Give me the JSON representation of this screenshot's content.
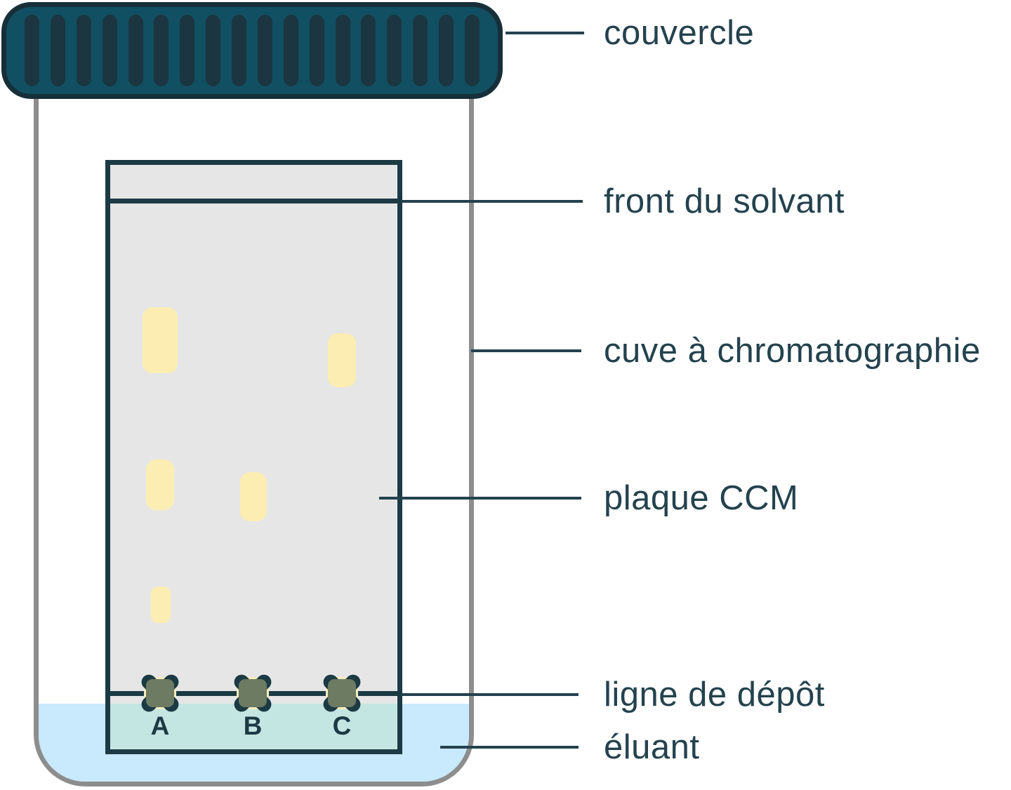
{
  "figure": {
    "type": "diagram",
    "subject": "montage de chromatographie sur couche mince (CCM)",
    "labels": {
      "couvercle": "couvercle",
      "front_du_solvant": "front du solvant",
      "cuve": "cuve à chromatographie",
      "plaque": "plaque CCM",
      "ligne_de_depot": "ligne de dépôt",
      "eluant": "éluant"
    },
    "lanes": [
      {
        "letter": "A",
        "spots_count": 3
      },
      {
        "letter": "B",
        "spots_count": 1
      },
      {
        "letter": "C",
        "spots_count": 1
      }
    ],
    "colors": {
      "ink": "#1b3a44",
      "label": "#24424e",
      "lid-fill": "#115062",
      "lid-slat": "#1b3641",
      "lid-border": "#172f39",
      "wall": "#8d8d8d",
      "plate": "#e6e6e6",
      "spot": "#fcedb2",
      "spot-under": "#f6ecbe",
      "eluent-blue": "#c9e9fc",
      "eluent-teal": "#c4e6e2",
      "x-center": "#6d7b62"
    }
  }
}
